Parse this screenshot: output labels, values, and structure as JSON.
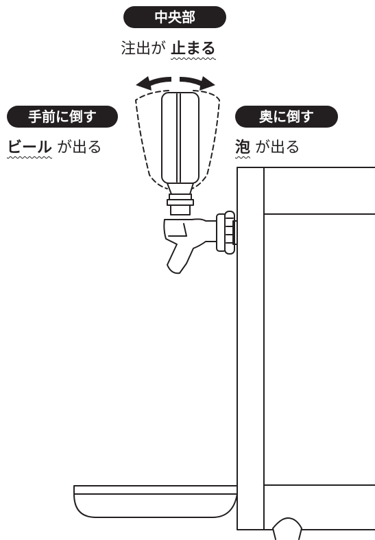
{
  "center": {
    "badge": "中央部",
    "caption_pre": "注出が ",
    "caption_em": "止まる"
  },
  "front": {
    "badge": "手前に倒す",
    "caption_em": "ビール",
    "caption_post": " が出る"
  },
  "back": {
    "badge": "奥に倒す",
    "caption_em": "泡",
    "caption_post": " が出る"
  },
  "colors": {
    "ink": "#231f20",
    "background": "#ffffff"
  },
  "icons": [
    "double-arrow-icon",
    "tap-handle-icon",
    "faucet-icon",
    "server-body-icon",
    "drip-tray-icon"
  ]
}
